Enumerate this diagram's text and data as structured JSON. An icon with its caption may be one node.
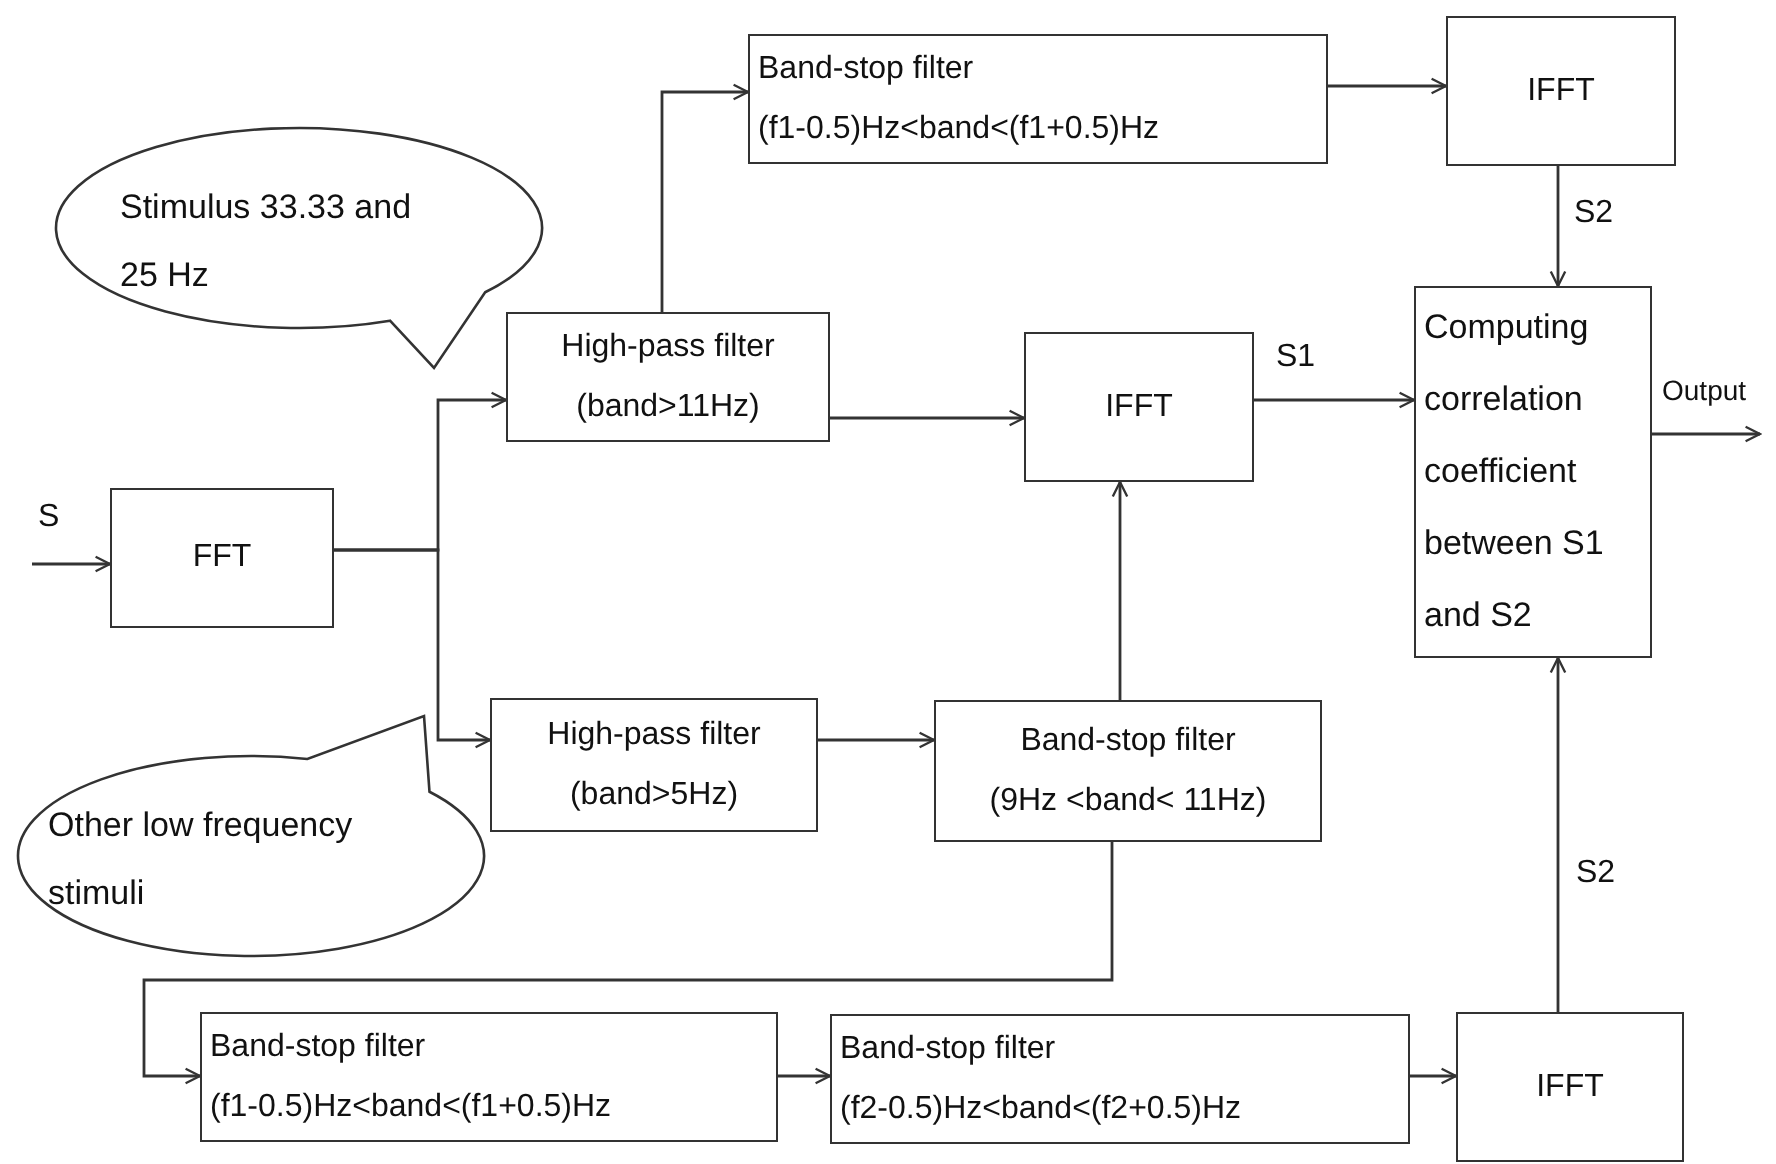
{
  "diagram": {
    "nodes": [
      {
        "text": [
          "Stimulus 33.33 and 25 Hz"
        ]
      },
      {
        "text": [
          "FFT"
        ]
      },
      {
        "text": [
          "High-pass filter",
          "(band>11Hz)"
        ]
      },
      {
        "text": [
          "Band-stop filter",
          "(f1-0.5)Hz<band<(f1+0.5)Hz"
        ]
      },
      {
        "text": [
          "IFFT"
        ]
      },
      {
        "text": [
          "IFFT"
        ]
      },
      {
        "text": [
          "Computing correlation coefficient between S1 and S2"
        ]
      },
      {
        "text": [
          "Other low frequency stimuli"
        ]
      },
      {
        "text": [
          "High-pass filter",
          "(band>5Hz)"
        ]
      },
      {
        "text": [
          "Band-stop filter",
          "(9Hz <band< 11Hz)"
        ]
      },
      {
        "text": [
          "Band-stop filter",
          "(f1-0.5)Hz<band<(f1+0.5)Hz"
        ]
      },
      {
        "text": [
          "Band-stop filter",
          "(f2-0.5)Hz<band<(f2+0.5)Hz"
        ]
      },
      {
        "text": [
          "IFFT"
        ]
      }
    ],
    "edges": [
      {
        "from": null,
        "to": 1,
        "arrow": "to",
        "label": "S"
      },
      {
        "from": 1,
        "to": 2,
        "arrow": "to"
      },
      {
        "from": 1,
        "to": 8,
        "arrow": "to"
      },
      {
        "from": 2,
        "to": 3,
        "arrow": "to"
      },
      {
        "from": 2,
        "to": 5,
        "arrow": "to"
      },
      {
        "from": 3,
        "to": 4,
        "arrow": "to"
      },
      {
        "from": 4,
        "to": 6,
        "arrow": "to",
        "label": "S2"
      },
      {
        "from": 5,
        "to": 6,
        "arrow": "to",
        "label": "S1"
      },
      {
        "from": 6,
        "to": null,
        "arrow": "to",
        "label": "Output"
      },
      {
        "from": 8,
        "to": 9,
        "arrow": "to"
      },
      {
        "from": 9,
        "to": 5,
        "arrow": "to"
      },
      {
        "from": 9,
        "to": 10,
        "arrow": "to"
      },
      {
        "from": 10,
        "to": 11,
        "arrow": "to"
      },
      {
        "from": 11,
        "to": 12,
        "arrow": "to"
      },
      {
        "from": 12,
        "to": 6,
        "arrow": "to",
        "label": "S2"
      }
    ]
  }
}
